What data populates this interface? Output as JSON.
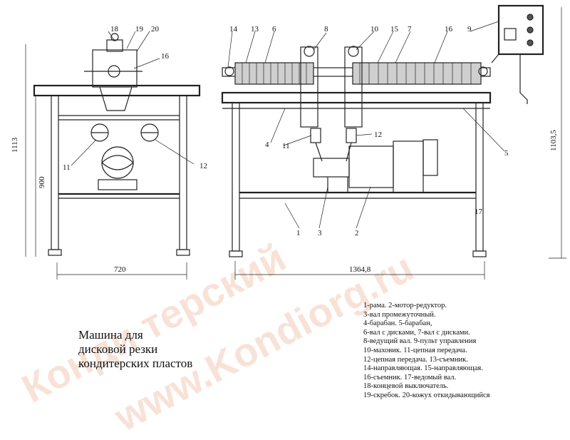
{
  "title_lines": [
    "Машина для",
    "дисковой резки",
    "кондитерских пластов"
  ],
  "legend": [
    "1-рама.  2-мотор-редуктор.",
    "3-вал промежуточный.",
    "4-барабан. 5-барабан,",
    "6-вал с дисками, 7-вал с дисками.",
    "8-ведущий вал. 9-пульт управления",
    "10-маховик. 11-цепная передача.",
    "12-цепная передача. 13-съемник.",
    "14-направляющая. 15-направляющая.",
    "16-съемник.  17-ведомый вал.",
    "18-концевой выключатель.",
    "19-скребок. 20-кожух откидывающийся"
  ],
  "dimensions": {
    "width_side": "720",
    "width_front": "1364,8",
    "height_front": "1103,5",
    "height_side_outer": "1113",
    "height_side_inner": "900"
  },
  "callouts": {
    "c1": "1",
    "c2": "2",
    "c3": "3",
    "c4": "4",
    "c5": "5",
    "c6": "6",
    "c7": "7",
    "c8": "8",
    "c9": "9",
    "c10": "10",
    "c11": "11",
    "c12": "12",
    "c13": "13",
    "c14": "14",
    "c15": "15",
    "c16": "16",
    "c16b": "16",
    "c17": "17",
    "c18": "18",
    "c19": "19",
    "c20": "20",
    "s11": "11",
    "s12": "12"
  },
  "watermark": {
    "line1": "Конди терский",
    "line2": "www.Kondiorg.ru"
  }
}
